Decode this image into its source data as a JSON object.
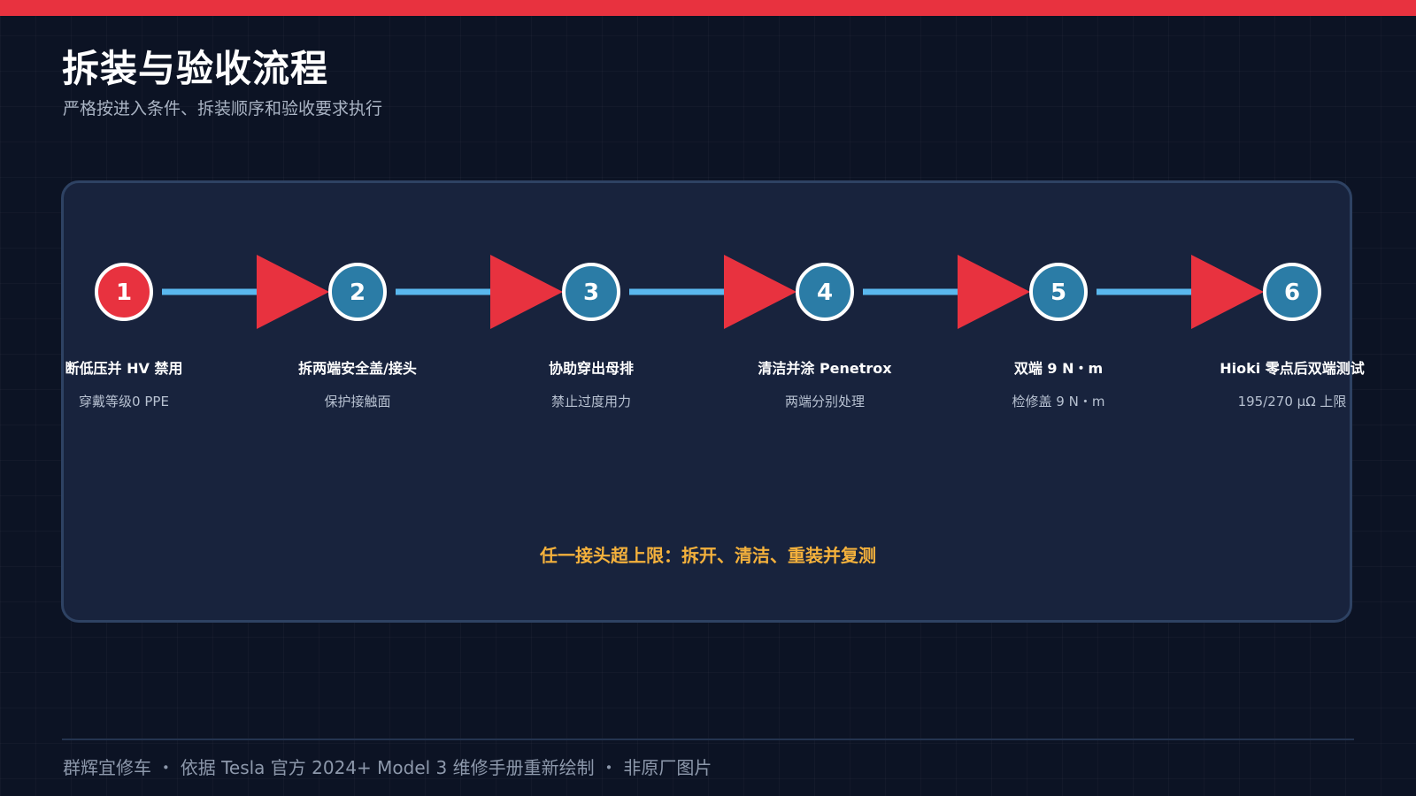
{
  "header": {
    "title": "拆装与验收流程",
    "subtitle": "严格按进入条件、拆装顺序和验收要求执行"
  },
  "colors": {
    "accent_red": "#e8323f",
    "step_blue": "#2b7ca6",
    "connector_blue": "#5ab8ef",
    "warning_yellow": "#f4b13c"
  },
  "flow": {
    "steps": [
      {
        "number": "1",
        "title": "断低压并 HV 禁用",
        "desc": "穿戴等级0 PPE",
        "highlight": true
      },
      {
        "number": "2",
        "title": "拆两端安全盖/接头",
        "desc": "保护接触面",
        "highlight": false
      },
      {
        "number": "3",
        "title": "协助穿出母排",
        "desc": "禁止过度用力",
        "highlight": false
      },
      {
        "number": "4",
        "title": "清洁并涂 Penetrox",
        "desc": "两端分别处理",
        "highlight": false
      },
      {
        "number": "5",
        "title": "双端 9 N・m",
        "desc": "检修盖 9 N・m",
        "highlight": false
      },
      {
        "number": "6",
        "title": "Hioki 零点后双端测试",
        "desc": "195/270 μΩ 上限",
        "highlight": false
      }
    ],
    "note": "任一接头超上限：拆开、清洁、重装并复测"
  },
  "footer": {
    "text": "群辉宜修车 ・ 依据 Tesla 官方 2024+ Model 3 维修手册重新绘制 ・ 非原厂图片"
  }
}
